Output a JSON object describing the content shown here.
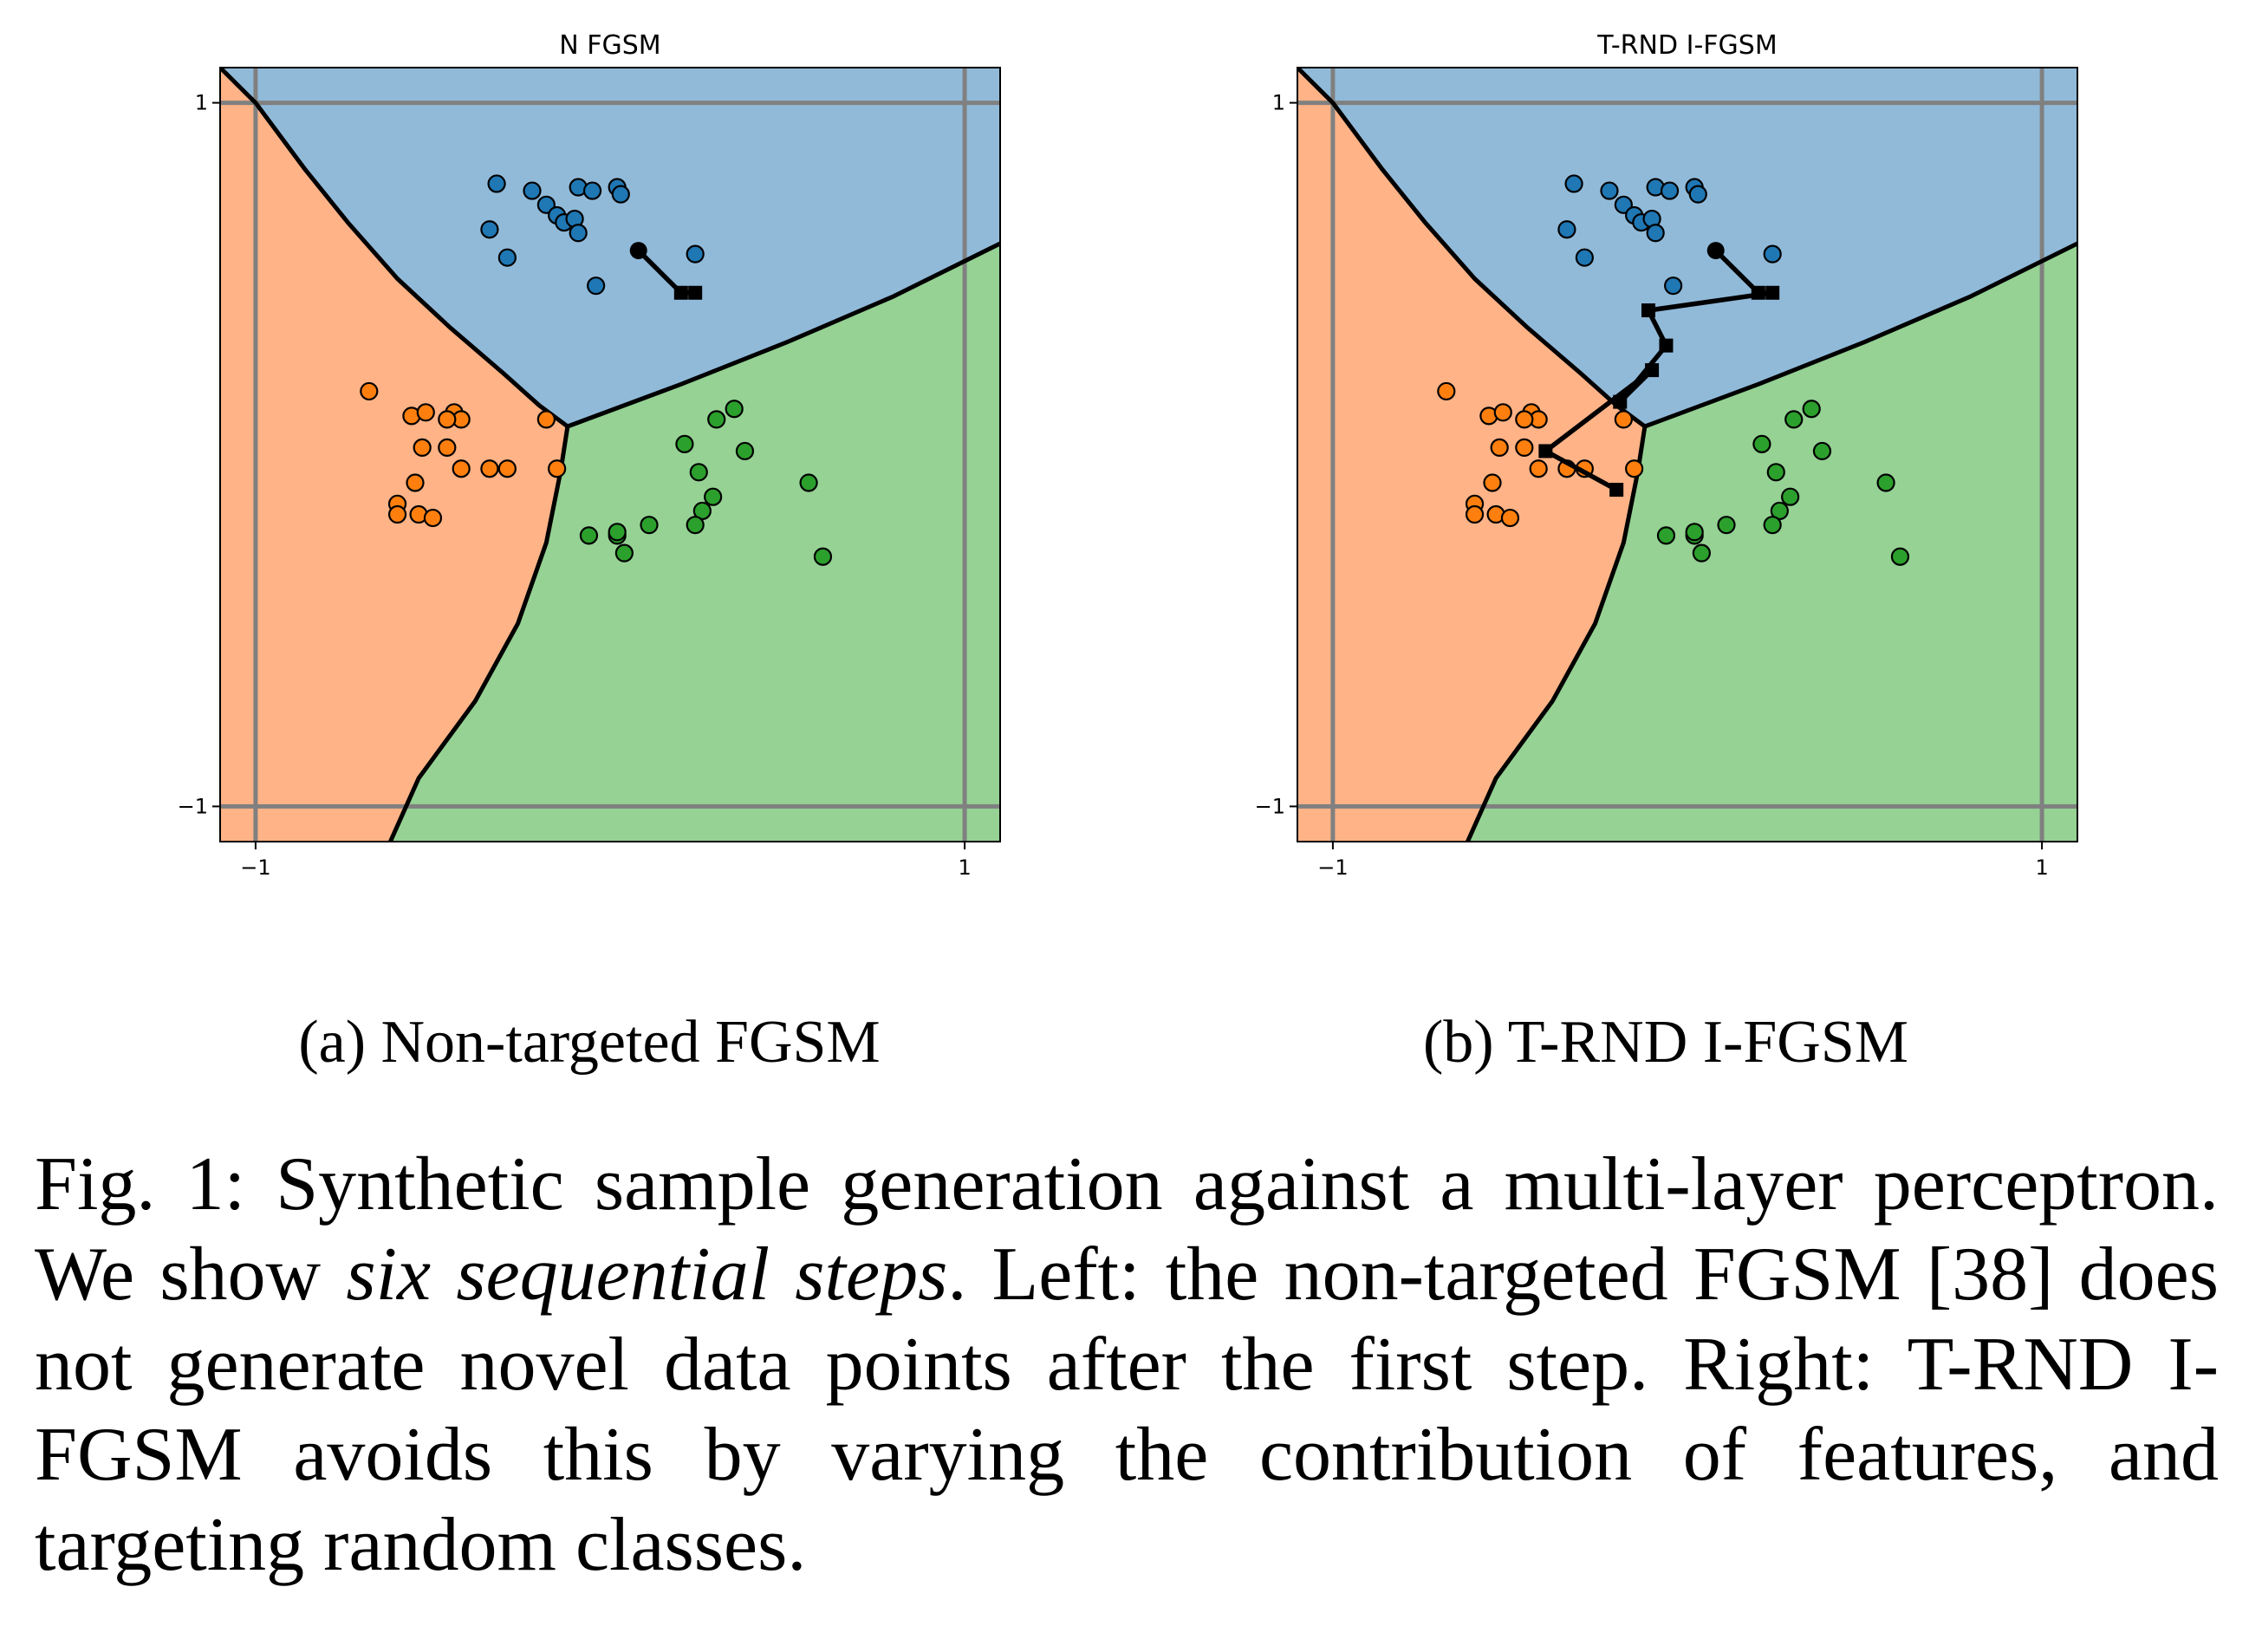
{
  "chart_data": [
    {
      "type": "scatter",
      "title": "N FGSM",
      "subcaption": "(a) Non-targeted FGSM",
      "xlim": [
        -1.1,
        1.1
      ],
      "ylim": [
        -1.1,
        1.1
      ],
      "xticks": [
        -1,
        1
      ],
      "yticks": [
        -1,
        1
      ],
      "xtick_labels": [
        "−1",
        "1"
      ],
      "ytick_labels": [
        "1",
        "−1"
      ],
      "grid": true,
      "regions": [
        {
          "name": "",
          "color": "#91bad9"
        },
        {
          "name": "",
          "color": "#ffb387"
        },
        {
          "name": "",
          "color": "#95d294"
        }
      ],
      "boundaries": [
        [
          [
            -1.1,
            1.1
          ],
          [
            -1.0,
            1.0
          ],
          [
            -0.86,
            0.81
          ],
          [
            -0.74,
            0.66
          ],
          [
            -0.6,
            0.5
          ],
          [
            -0.45,
            0.36
          ],
          [
            -0.3,
            0.23
          ],
          [
            -0.2,
            0.14
          ],
          [
            -0.12,
            0.08
          ]
        ],
        [
          [
            -0.12,
            0.08
          ],
          [
            0.2,
            0.2
          ],
          [
            0.5,
            0.32
          ],
          [
            0.8,
            0.45
          ],
          [
            1.1,
            0.6
          ]
        ],
        [
          [
            -0.12,
            0.08
          ],
          [
            -0.14,
            -0.05
          ],
          [
            -0.18,
            -0.25
          ],
          [
            -0.26,
            -0.48
          ],
          [
            -0.38,
            -0.7
          ],
          [
            -0.54,
            -0.92
          ],
          [
            -0.62,
            -1.1
          ]
        ]
      ],
      "series": [
        {
          "color": "#1f77b4",
          "points": [
            [
              -0.32,
              0.77
            ],
            [
              -0.22,
              0.75
            ],
            [
              -0.18,
              0.71
            ],
            [
              -0.15,
              0.68
            ],
            [
              -0.13,
              0.66
            ],
            [
              -0.1,
              0.67
            ],
            [
              -0.09,
              0.76
            ],
            [
              -0.05,
              0.75
            ],
            [
              0.02,
              0.76
            ],
            [
              0.03,
              0.74
            ],
            [
              -0.34,
              0.64
            ],
            [
              -0.29,
              0.56
            ],
            [
              -0.09,
              0.63
            ],
            [
              -0.04,
              0.48
            ],
            [
              0.24,
              0.57
            ]
          ]
        },
        {
          "color": "#ff7f0e",
          "points": [
            [
              -0.68,
              0.18
            ],
            [
              -0.56,
              0.11
            ],
            [
              -0.52,
              0.12
            ],
            [
              -0.44,
              0.12
            ],
            [
              -0.42,
              0.1
            ],
            [
              -0.46,
              0.1
            ],
            [
              -0.18,
              0.1
            ],
            [
              -0.46,
              0.02
            ],
            [
              -0.53,
              0.02
            ],
            [
              -0.42,
              -0.04
            ],
            [
              -0.34,
              -0.04
            ],
            [
              -0.29,
              -0.04
            ],
            [
              -0.15,
              -0.04
            ],
            [
              -0.55,
              -0.08
            ],
            [
              -0.6,
              -0.14
            ],
            [
              -0.54,
              -0.17
            ],
            [
              -0.6,
              -0.17
            ],
            [
              -0.5,
              -0.18
            ]
          ]
        },
        {
          "color": "#2ca02c",
          "points": [
            [
              0.35,
              0.13
            ],
            [
              0.3,
              0.1
            ],
            [
              0.21,
              0.03
            ],
            [
              0.38,
              0.01
            ],
            [
              0.25,
              -0.05
            ],
            [
              0.29,
              -0.12
            ],
            [
              0.56,
              -0.08
            ],
            [
              0.26,
              -0.16
            ],
            [
              0.11,
              -0.2
            ],
            [
              0.24,
              -0.2
            ],
            [
              0.02,
              -0.23
            ],
            [
              0.02,
              -0.22
            ],
            [
              -0.06,
              -0.23
            ],
            [
              0.04,
              -0.28
            ],
            [
              0.6,
              -0.29
            ]
          ]
        },
        {
          "kind": "trajectory",
          "color": "#000000",
          "points": [
            [
              0.08,
              0.58
            ],
            [
              0.2,
              0.46
            ],
            [
              0.24,
              0.46
            ]
          ]
        }
      ]
    },
    {
      "type": "scatter",
      "title": "T-RND I-FGSM",
      "subcaption": "(b) T-RND I-FGSM",
      "xlim": [
        -1.1,
        1.1
      ],
      "ylim": [
        -1.1,
        1.1
      ],
      "xticks": [
        -1,
        1
      ],
      "yticks": [
        -1,
        1
      ],
      "xtick_labels": [
        "−1",
        "1"
      ],
      "ytick_labels": [
        "1",
        "−1"
      ],
      "grid": true,
      "regions": [
        {
          "name": "",
          "color": "#91bad9"
        },
        {
          "name": "",
          "color": "#ffb387"
        },
        {
          "name": "",
          "color": "#95d294"
        }
      ],
      "boundaries": [
        [
          [
            -1.1,
            1.1
          ],
          [
            -1.0,
            1.0
          ],
          [
            -0.86,
            0.81
          ],
          [
            -0.74,
            0.66
          ],
          [
            -0.6,
            0.5
          ],
          [
            -0.45,
            0.36
          ],
          [
            -0.3,
            0.23
          ],
          [
            -0.2,
            0.14
          ],
          [
            -0.12,
            0.08
          ]
        ],
        [
          [
            -0.12,
            0.08
          ],
          [
            0.2,
            0.2
          ],
          [
            0.5,
            0.32
          ],
          [
            0.8,
            0.45
          ],
          [
            1.1,
            0.6
          ]
        ],
        [
          [
            -0.12,
            0.08
          ],
          [
            -0.14,
            -0.05
          ],
          [
            -0.18,
            -0.25
          ],
          [
            -0.26,
            -0.48
          ],
          [
            -0.38,
            -0.7
          ],
          [
            -0.54,
            -0.92
          ],
          [
            -0.62,
            -1.1
          ]
        ]
      ],
      "series": [
        {
          "color": "#1f77b4",
          "points": [
            [
              -0.32,
              0.77
            ],
            [
              -0.22,
              0.75
            ],
            [
              -0.18,
              0.71
            ],
            [
              -0.15,
              0.68
            ],
            [
              -0.13,
              0.66
            ],
            [
              -0.1,
              0.67
            ],
            [
              -0.09,
              0.76
            ],
            [
              -0.05,
              0.75
            ],
            [
              0.02,
              0.76
            ],
            [
              0.03,
              0.74
            ],
            [
              -0.34,
              0.64
            ],
            [
              -0.29,
              0.56
            ],
            [
              -0.09,
              0.63
            ],
            [
              -0.04,
              0.48
            ],
            [
              0.24,
              0.57
            ]
          ]
        },
        {
          "color": "#ff7f0e",
          "points": [
            [
              -0.68,
              0.18
            ],
            [
              -0.56,
              0.11
            ],
            [
              -0.52,
              0.12
            ],
            [
              -0.44,
              0.12
            ],
            [
              -0.42,
              0.1
            ],
            [
              -0.46,
              0.1
            ],
            [
              -0.18,
              0.1
            ],
            [
              -0.46,
              0.02
            ],
            [
              -0.53,
              0.02
            ],
            [
              -0.42,
              -0.04
            ],
            [
              -0.34,
              -0.04
            ],
            [
              -0.29,
              -0.04
            ],
            [
              -0.15,
              -0.04
            ],
            [
              -0.55,
              -0.08
            ],
            [
              -0.6,
              -0.14
            ],
            [
              -0.54,
              -0.17
            ],
            [
              -0.6,
              -0.17
            ],
            [
              -0.5,
              -0.18
            ]
          ]
        },
        {
          "color": "#2ca02c",
          "points": [
            [
              0.35,
              0.13
            ],
            [
              0.3,
              0.1
            ],
            [
              0.21,
              0.03
            ],
            [
              0.38,
              0.01
            ],
            [
              0.25,
              -0.05
            ],
            [
              0.29,
              -0.12
            ],
            [
              0.56,
              -0.08
            ],
            [
              0.26,
              -0.16
            ],
            [
              0.11,
              -0.2
            ],
            [
              0.24,
              -0.2
            ],
            [
              0.02,
              -0.23
            ],
            [
              0.02,
              -0.22
            ],
            [
              -0.06,
              -0.23
            ],
            [
              0.04,
              -0.28
            ],
            [
              0.6,
              -0.29
            ]
          ]
        },
        {
          "kind": "trajectory",
          "color": "#000000",
          "points": [
            [
              0.08,
              0.58
            ],
            [
              0.2,
              0.46
            ],
            [
              0.24,
              0.46
            ],
            [
              -0.11,
              0.41
            ],
            [
              -0.06,
              0.31
            ],
            [
              -0.19,
              0.15
            ],
            [
              -0.1,
              0.24
            ],
            [
              -0.4,
              0.01
            ],
            [
              -0.2,
              -0.1
            ]
          ]
        }
      ]
    }
  ],
  "caption": {
    "label": "Fig. 1:",
    "text_before": " Synthetic sample generation against a multi-layer perceptron. We show ",
    "emphasis": "six sequential steps",
    "text_after": ". Left: the non-targeted FGSM [38] does not generate novel data points after the first step. Right: T-RND I-FGSM avoids this by varying the contribution of features, and targeting random classes."
  }
}
